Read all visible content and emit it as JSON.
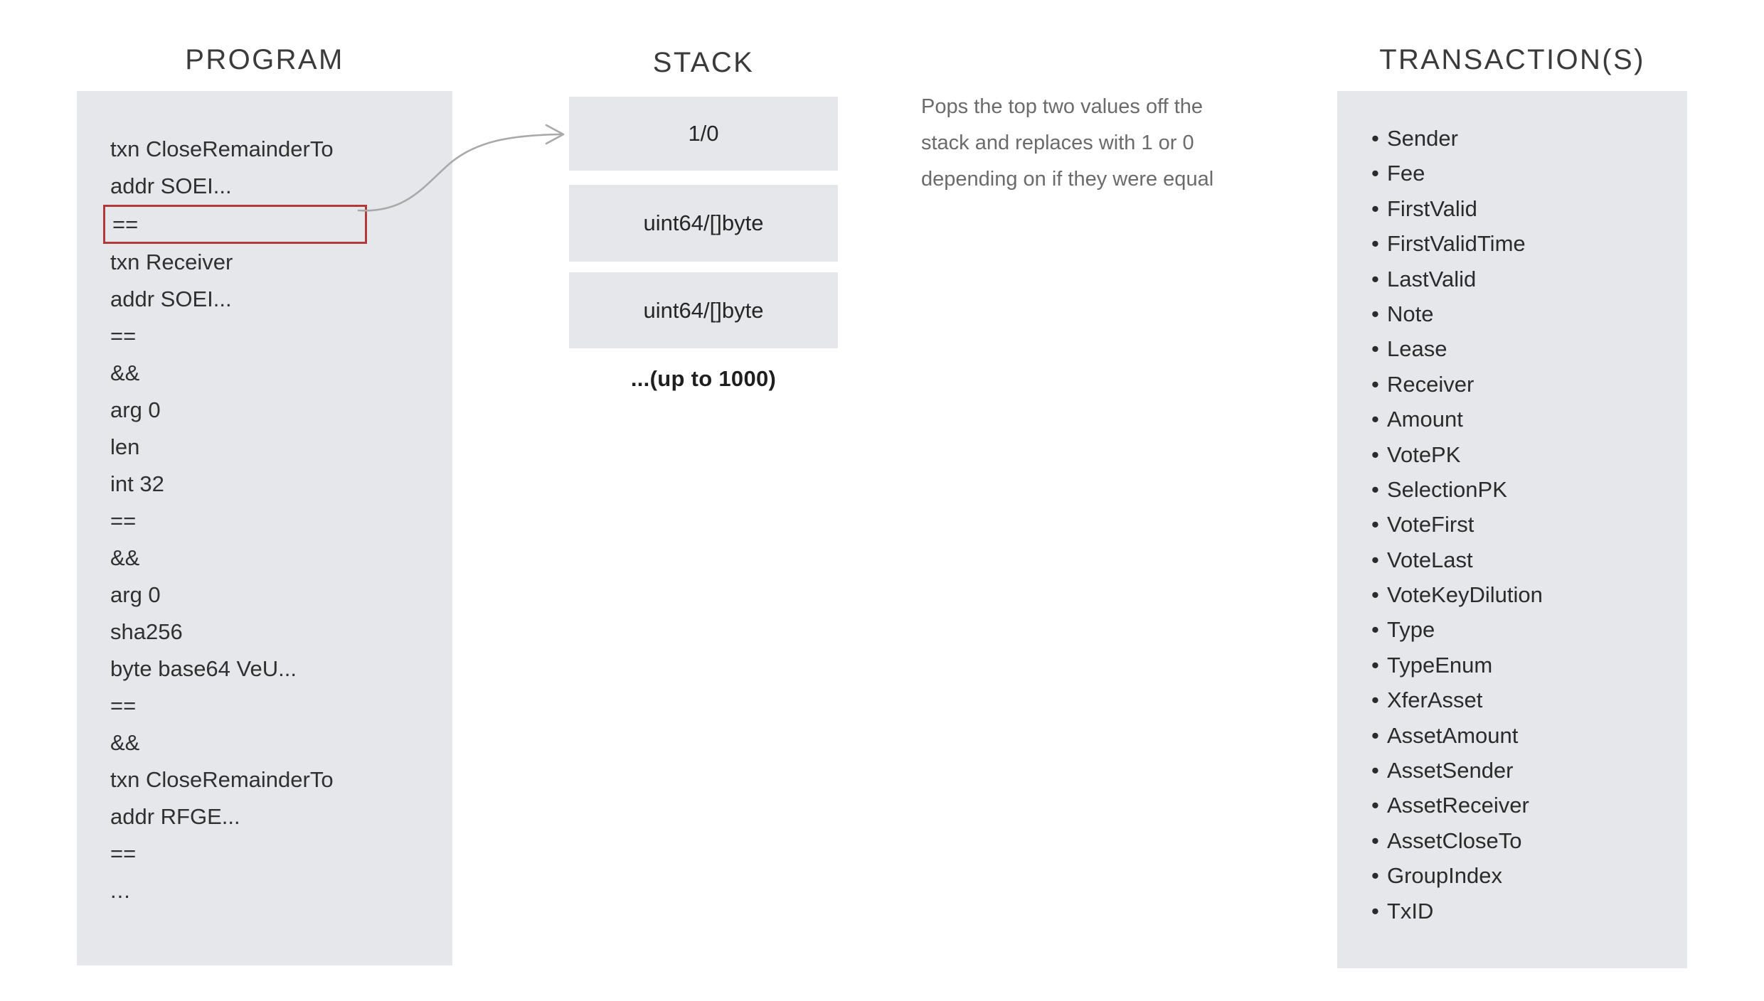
{
  "columns": {
    "program_title": "PROGRAM",
    "stack_title": "STACK",
    "transaction_title": "TRANSACTION(S)"
  },
  "program": {
    "lines": [
      "txn CloseRemainderTo",
      "addr SOEI...",
      "==",
      "txn Receiver",
      "addr SOEI...",
      "==",
      "&&",
      "arg 0",
      "len",
      "int 32",
      "==",
      "&&",
      "arg 0",
      "sha256",
      "byte base64 VeU...",
      "==",
      "&&",
      "txn CloseRemainderTo",
      "addr RFGE...",
      "==",
      "..."
    ],
    "highlighted_index": 2,
    "highlight_color": "#b03a3a"
  },
  "stack": {
    "boxes": [
      "1/0",
      "uint64/[]byte",
      "uint64/[]byte"
    ],
    "more_label": "...(up to 1000)"
  },
  "annotation": {
    "line1": "Pops the top two values off the",
    "line2": "stack and replaces with 1 or 0",
    "line3": "depending on if they were equal"
  },
  "transaction": {
    "bullet": "•",
    "fields": [
      "Sender",
      "Fee",
      "FirstValid",
      "FirstValidTime",
      "LastValid",
      "Note",
      "Lease",
      "Receiver",
      "Amount",
      "VotePK",
      "SelectionPK",
      "VoteFirst",
      "VoteLast",
      "VoteKeyDilution",
      "Type",
      "TypeEnum",
      "XferAsset",
      "AssetAmount",
      "AssetSender",
      "AssetReceiver",
      "AssetCloseTo",
      "GroupIndex",
      "TxID"
    ]
  },
  "colors": {
    "panel_background": "#e5e7ea",
    "page_background": "#ffffff",
    "text": "#303030",
    "annotation_text": "#6b6b6b",
    "connector": "#a9a9a9",
    "highlight_border": "#b03a3a"
  }
}
